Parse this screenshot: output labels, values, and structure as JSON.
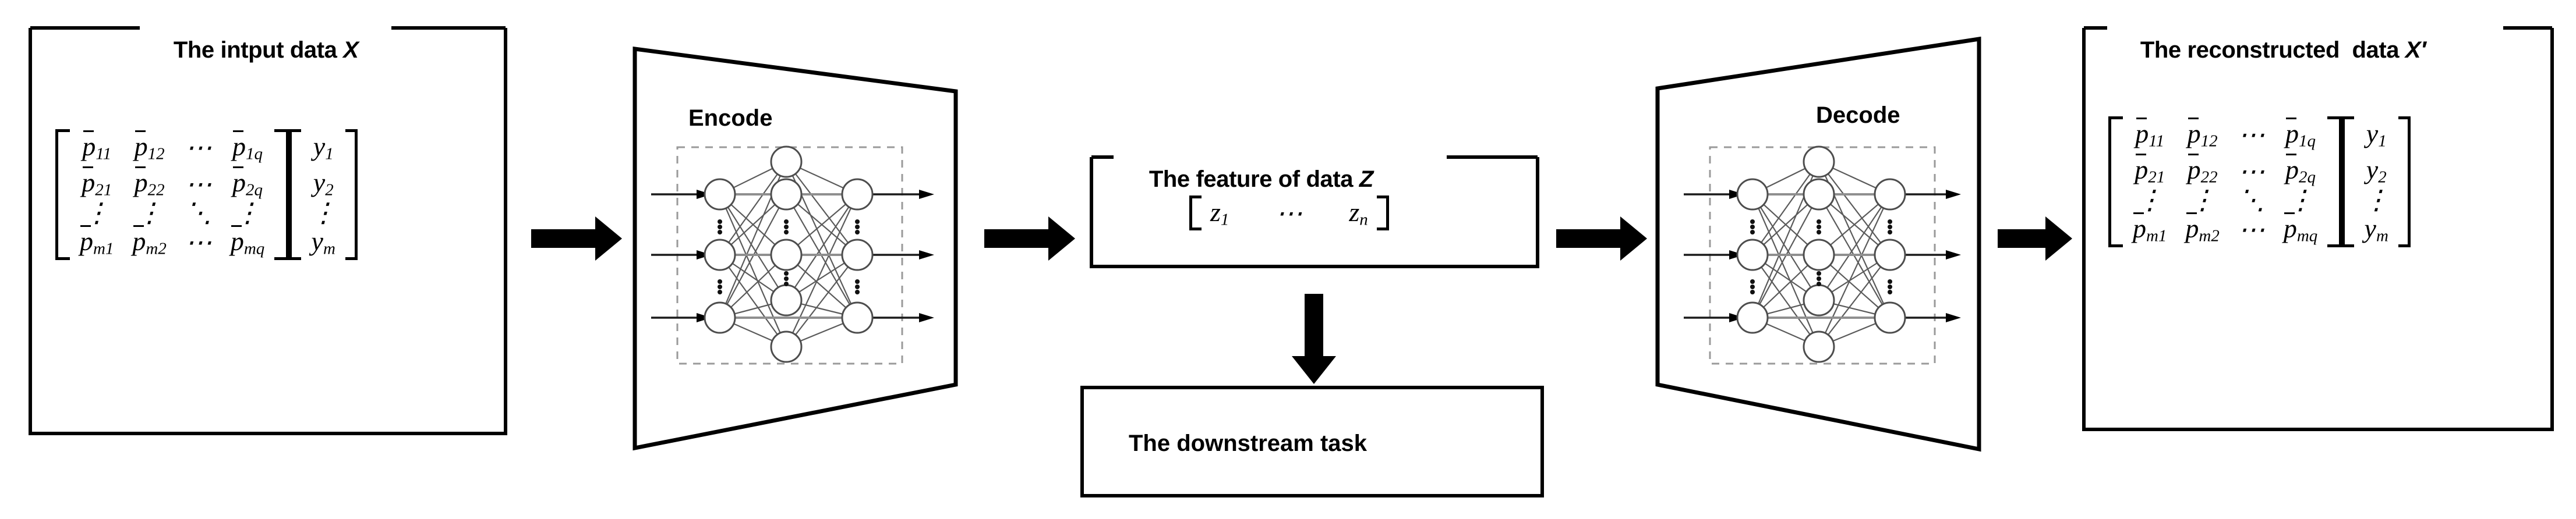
{
  "diagram": {
    "type": "autoencoder-pipeline",
    "background": "#ffffff",
    "ink": "#000000",
    "node_stroke": "#4d4d4d",
    "dash_stroke": "#9a9a9a"
  },
  "input_panel": {
    "title": "The intput data ",
    "title_symbol": "X",
    "matrix": {
      "rows": [
        [
          "p̄11",
          "p̄12",
          "⋯",
          "p̄1q"
        ],
        [
          "p̄21",
          "p̄22",
          "⋯",
          "p̄2q"
        ],
        [
          "⋮",
          "⋮",
          "⋱",
          "⋮"
        ],
        [
          "p̄m1",
          "p̄m2",
          "⋯",
          "p̄mq"
        ]
      ],
      "cells": [
        [
          {
            "base": "p",
            "sub": "11",
            "bar": true
          },
          {
            "base": "p",
            "sub": "12",
            "bar": true
          },
          {
            "dots": "⋯"
          },
          {
            "base": "p",
            "sub": "1q",
            "bar": true
          }
        ],
        [
          {
            "base": "p",
            "sub": "21",
            "bar": true
          },
          {
            "base": "p",
            "sub": "22",
            "bar": true
          },
          {
            "dots": "⋯"
          },
          {
            "base": "p",
            "sub": "2q",
            "bar": true
          }
        ],
        [
          {
            "dots": "⋮"
          },
          {
            "dots": "⋮"
          },
          {
            "dots": "⋱"
          },
          {
            "dots": "⋮"
          }
        ],
        [
          {
            "base": "p",
            "sub": "m1",
            "bar": true
          },
          {
            "base": "p",
            "sub": "m2",
            "bar": true
          },
          {
            "dots": "⋯"
          },
          {
            "base": "p",
            "sub": "mq",
            "bar": true
          }
        ]
      ]
    },
    "vector": {
      "cells": [
        {
          "base": "y",
          "sub": "1"
        },
        {
          "base": "y",
          "sub": "2"
        },
        {
          "dots": "⋮"
        },
        {
          "base": "y",
          "sub": "m"
        }
      ]
    }
  },
  "encoder": {
    "label": "Encode",
    "network": {
      "layers": [
        {
          "name": "input-layer",
          "nodes": 3,
          "dots_between": true
        },
        {
          "name": "hidden-layer",
          "nodes": 5,
          "dots_between": true
        },
        {
          "name": "output-layer",
          "nodes": 3,
          "dots_between": true
        }
      ]
    }
  },
  "feature_panel": {
    "title": "The feature of data ",
    "title_symbol": "Z",
    "vector_cells": [
      {
        "base": "z",
        "sub": "1"
      },
      {
        "dots": "⋯"
      },
      {
        "base": "z",
        "sub": "n"
      }
    ]
  },
  "downstream_panel": {
    "label": "The downstream task"
  },
  "decoder": {
    "label": "Decode",
    "network": {
      "layers": [
        {
          "name": "input-layer",
          "nodes": 3,
          "dots_between": true
        },
        {
          "name": "hidden-layer",
          "nodes": 5,
          "dots_between": true
        },
        {
          "name": "output-layer",
          "nodes": 3,
          "dots_between": true
        }
      ]
    }
  },
  "output_panel": {
    "title": "The reconstructed  data ",
    "title_symbol": "X",
    "title_prime": "′",
    "matrix": {
      "cells": [
        [
          {
            "base": "p",
            "sub": "11",
            "bar": true
          },
          {
            "base": "p",
            "sub": "12",
            "bar": true
          },
          {
            "dots": "⋯"
          },
          {
            "base": "p",
            "sub": "1q",
            "bar": true
          }
        ],
        [
          {
            "base": "p",
            "sub": "21",
            "bar": true
          },
          {
            "base": "p",
            "sub": "22",
            "bar": true
          },
          {
            "dots": "⋯"
          },
          {
            "base": "p",
            "sub": "2q",
            "bar": true
          }
        ],
        [
          {
            "dots": "⋮"
          },
          {
            "dots": "⋮"
          },
          {
            "dots": "⋱"
          },
          {
            "dots": "⋮"
          }
        ],
        [
          {
            "base": "p",
            "sub": "m1",
            "bar": true
          },
          {
            "base": "p",
            "sub": "m2",
            "bar": true
          },
          {
            "dots": "⋯"
          },
          {
            "base": "p",
            "sub": "mq",
            "bar": true
          }
        ]
      ]
    },
    "vector": {
      "cells": [
        {
          "base": "y",
          "sub": "1"
        },
        {
          "base": "y",
          "sub": "2"
        },
        {
          "dots": "⋮"
        },
        {
          "base": "y",
          "sub": "m"
        }
      ]
    }
  },
  "flow_arrows": [
    {
      "name": "arrow-input-to-encoder",
      "direction": "right"
    },
    {
      "name": "arrow-encoder-to-feature",
      "direction": "right"
    },
    {
      "name": "arrow-feature-to-decoder",
      "direction": "right"
    },
    {
      "name": "arrow-decoder-to-output",
      "direction": "right"
    },
    {
      "name": "arrow-feature-to-downstream",
      "direction": "down"
    }
  ]
}
